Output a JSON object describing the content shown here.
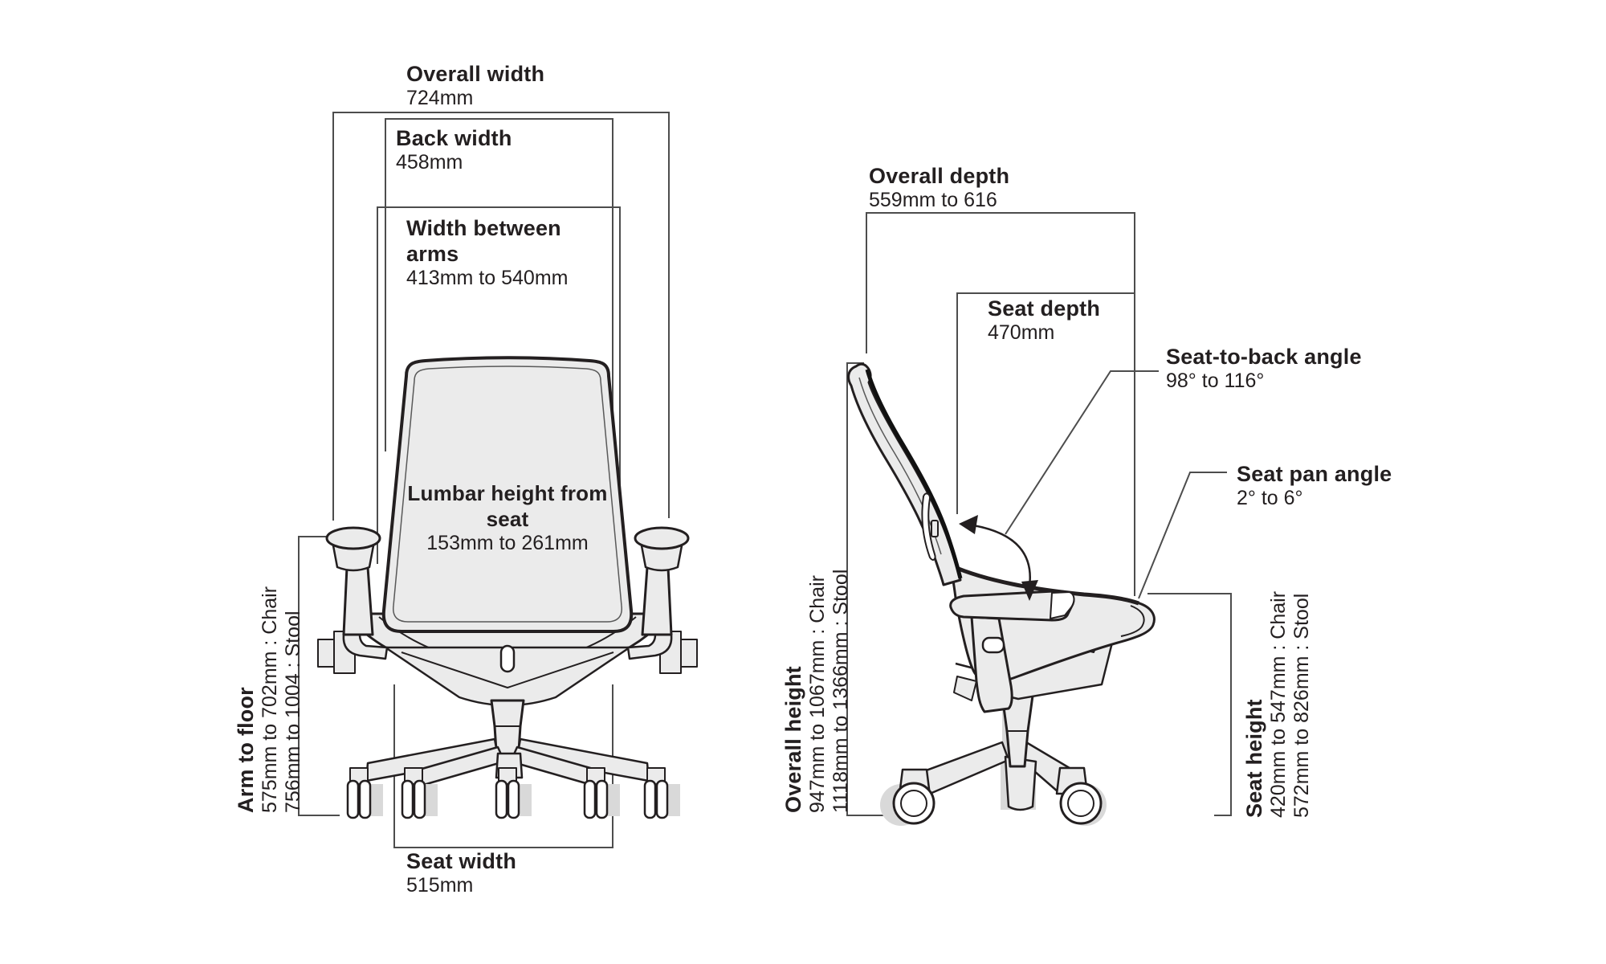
{
  "colors": {
    "line": "#231f20",
    "bracket": "#4d4d4d",
    "chair_fill": "#ebebeb",
    "ghost_fill": "#d9d9d9",
    "background": "#ffffff"
  },
  "front_view": {
    "overall_width": {
      "label": "Overall width",
      "value": "724mm"
    },
    "back_width": {
      "label": "Back width",
      "value": "458mm"
    },
    "width_between_arms": {
      "label": "Width between arms",
      "value": "413mm to 540mm"
    },
    "lumbar_height": {
      "label": "Lumbar height from seat",
      "value": "153mm to 261mm"
    },
    "arm_to_floor": {
      "label": "Arm to floor",
      "chair_range": "575mm to 702mm : Chair",
      "stool_range": "756mm to 1004 : Stool"
    },
    "seat_width": {
      "label": "Seat width",
      "value": "515mm"
    }
  },
  "side_view": {
    "overall_depth": {
      "label": "Overall depth",
      "value": "559mm to 616"
    },
    "seat_depth": {
      "label": "Seat depth",
      "value": "470mm"
    },
    "seat_to_back_angle": {
      "label": "Seat-to-back angle",
      "value": "98° to 116°"
    },
    "seat_pan_angle": {
      "label": "Seat pan angle",
      "value": "2° to 6°"
    },
    "overall_height": {
      "label": "Overall height",
      "chair_range": "947mm to 1067mm : Chair",
      "stool_range": "1118mm to 1366mm : Stool"
    },
    "seat_height": {
      "label": "Seat height",
      "chair_range": "420mm to 547mm : Chair",
      "stool_range": "572mm to 826mm : Stool"
    }
  }
}
